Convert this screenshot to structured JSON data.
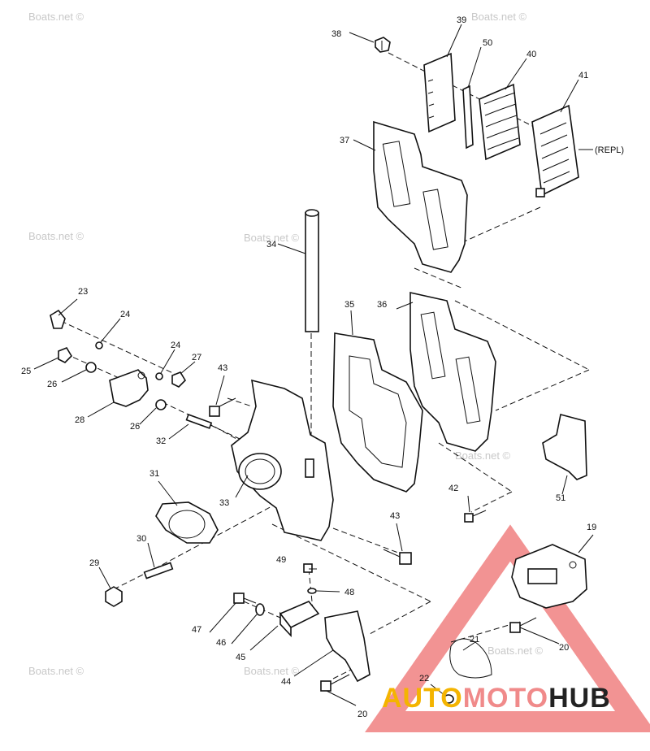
{
  "watermark": "Boats.net ©",
  "side_note": "(REPL)",
  "brand": {
    "part1": "AUTO",
    "part2": "MOTO",
    "part3": "HUB",
    "color1": "#f4b400",
    "color2": "#f08a8a",
    "color3": "#222222",
    "triangle_color": "#e83a3a"
  },
  "callouts": [
    "38",
    "39",
    "50",
    "40",
    "41",
    "37",
    "34",
    "23",
    "24",
    "24",
    "27",
    "25",
    "26",
    "26",
    "28",
    "43",
    "32",
    "35",
    "36",
    "31",
    "33",
    "30",
    "29",
    "42",
    "43",
    "51",
    "19",
    "49",
    "48",
    "47",
    "46",
    "45",
    "44",
    "21",
    "20",
    "22",
    "20"
  ]
}
